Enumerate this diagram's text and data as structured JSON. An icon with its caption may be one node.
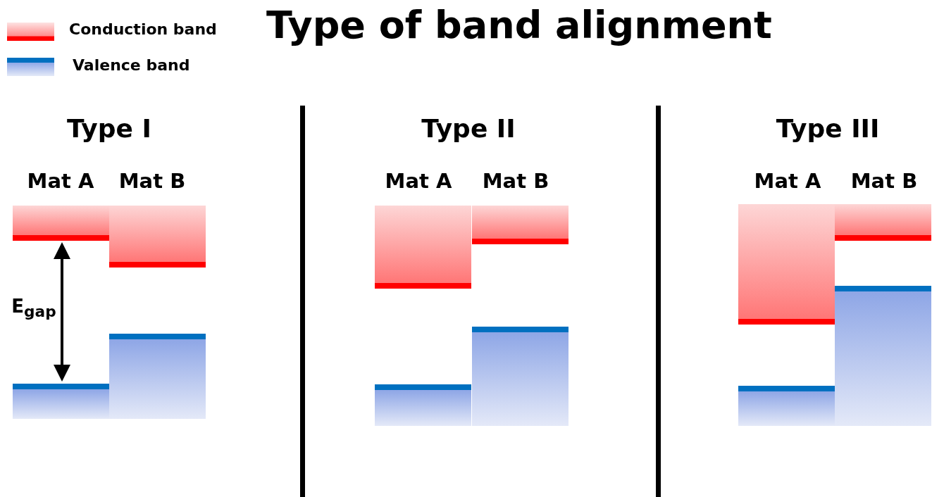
{
  "diagram": {
    "title": "Type of band alignment",
    "labels": [
      "Type I",
      "Mat A",
      "Mat B",
      "E$_{gap}$",
      "Type II",
      "Mat A",
      "Mat B",
      "Type III",
      "Mat A",
      "Mat B"
    ],
    "legend": [
      {
        "text": "Conduction band",
        "color": "#ff0000"
      },
      {
        "text": "Valence band",
        "color": "#0070c0"
      }
    ]
  }
}
